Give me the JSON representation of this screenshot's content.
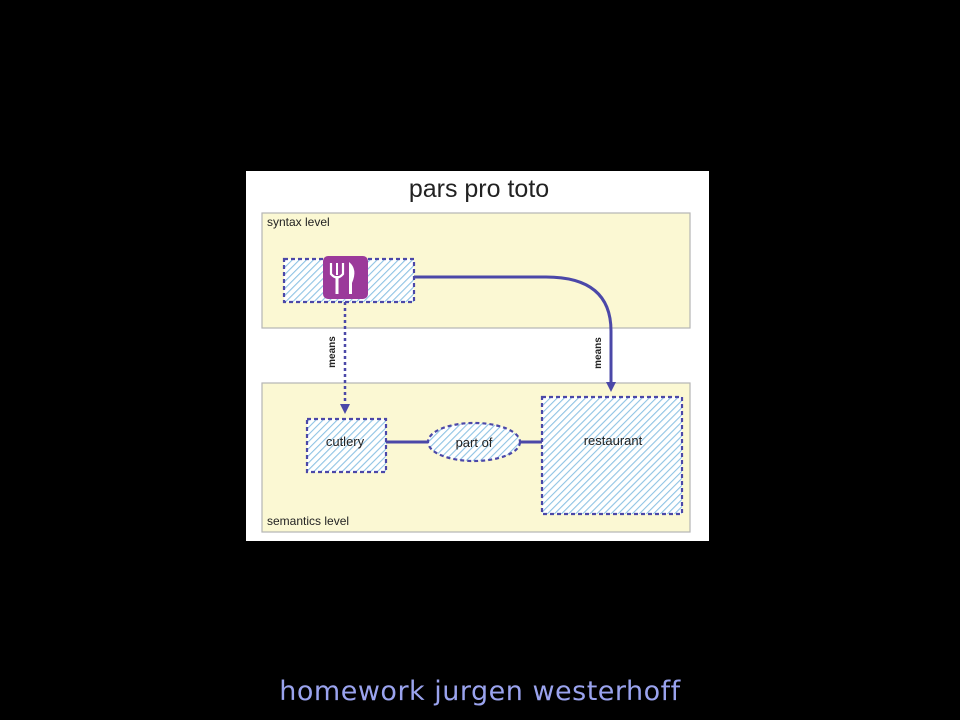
{
  "diagram": {
    "title": "pars pro toto",
    "syntax_level_label": "syntax level",
    "semantics_level_label": "semantics level",
    "means_left_label": "means",
    "means_right_label": "means",
    "cutlery_label": "cutlery",
    "part_of_label": "part of",
    "restaurant_label": "restaurant",
    "icon": "fork-knife-icon"
  },
  "colors": {
    "background": "#000000",
    "panel": "#ffffff",
    "level_fill": "#fbf8d3",
    "level_border": "#b5b5b5",
    "hatch": "#8fc3e4",
    "line": "#4b48a8",
    "icon_bg": "#9b3a9a",
    "footer_text": "#9aa3ee"
  },
  "footer": "homework jurgen westerhoff"
}
